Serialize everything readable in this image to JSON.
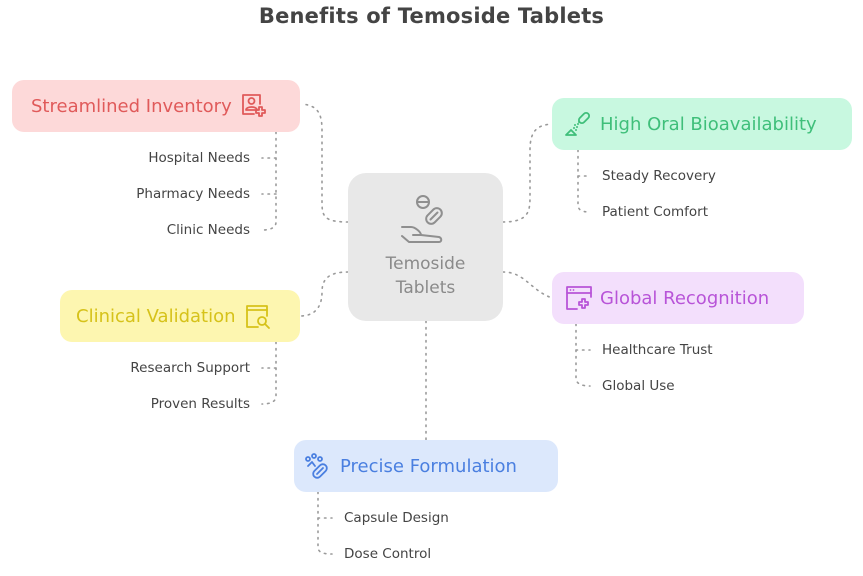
{
  "title": "Benefits of Temoside Tablets",
  "center": {
    "label_line1": "Temoside",
    "label_line2": "Tablets",
    "icon": "hand-pills-icon",
    "color": "#8a8a8a",
    "bg": "#e8e8e8"
  },
  "branches": [
    {
      "id": "streamlined-inventory",
      "label": "Streamlined Inventory",
      "icon": "medical-user-icon",
      "color": "#e05a5a",
      "bg": "#fdd9d9",
      "children": [
        "Hospital Needs",
        "Pharmacy Needs",
        "Clinic Needs"
      ]
    },
    {
      "id": "high-oral-bioavailability",
      "label": "High Oral Bioavailability",
      "icon": "dropper-icon",
      "color": "#3fbf7a",
      "bg": "#c8f8e0",
      "children": [
        "Steady Recovery",
        "Patient Comfort"
      ]
    },
    {
      "id": "clinical-validation",
      "label": "Clinical Validation",
      "icon": "book-search-icon",
      "color": "#d6c21a",
      "bg": "#fdf6b0",
      "children": [
        "Research Support",
        "Proven Results"
      ]
    },
    {
      "id": "global-recognition",
      "label": "Global Recognition",
      "icon": "browser-plus-icon",
      "color": "#b854d8",
      "bg": "#f3dffc",
      "children": [
        "Healthcare Trust",
        "Global Use"
      ]
    },
    {
      "id": "precise-formulation",
      "label": "Precise Formulation",
      "icon": "capsule-molecule-icon",
      "color": "#4a7fe0",
      "bg": "#dce8fc",
      "children": [
        "Capsule Design",
        "Dose Control"
      ]
    }
  ]
}
